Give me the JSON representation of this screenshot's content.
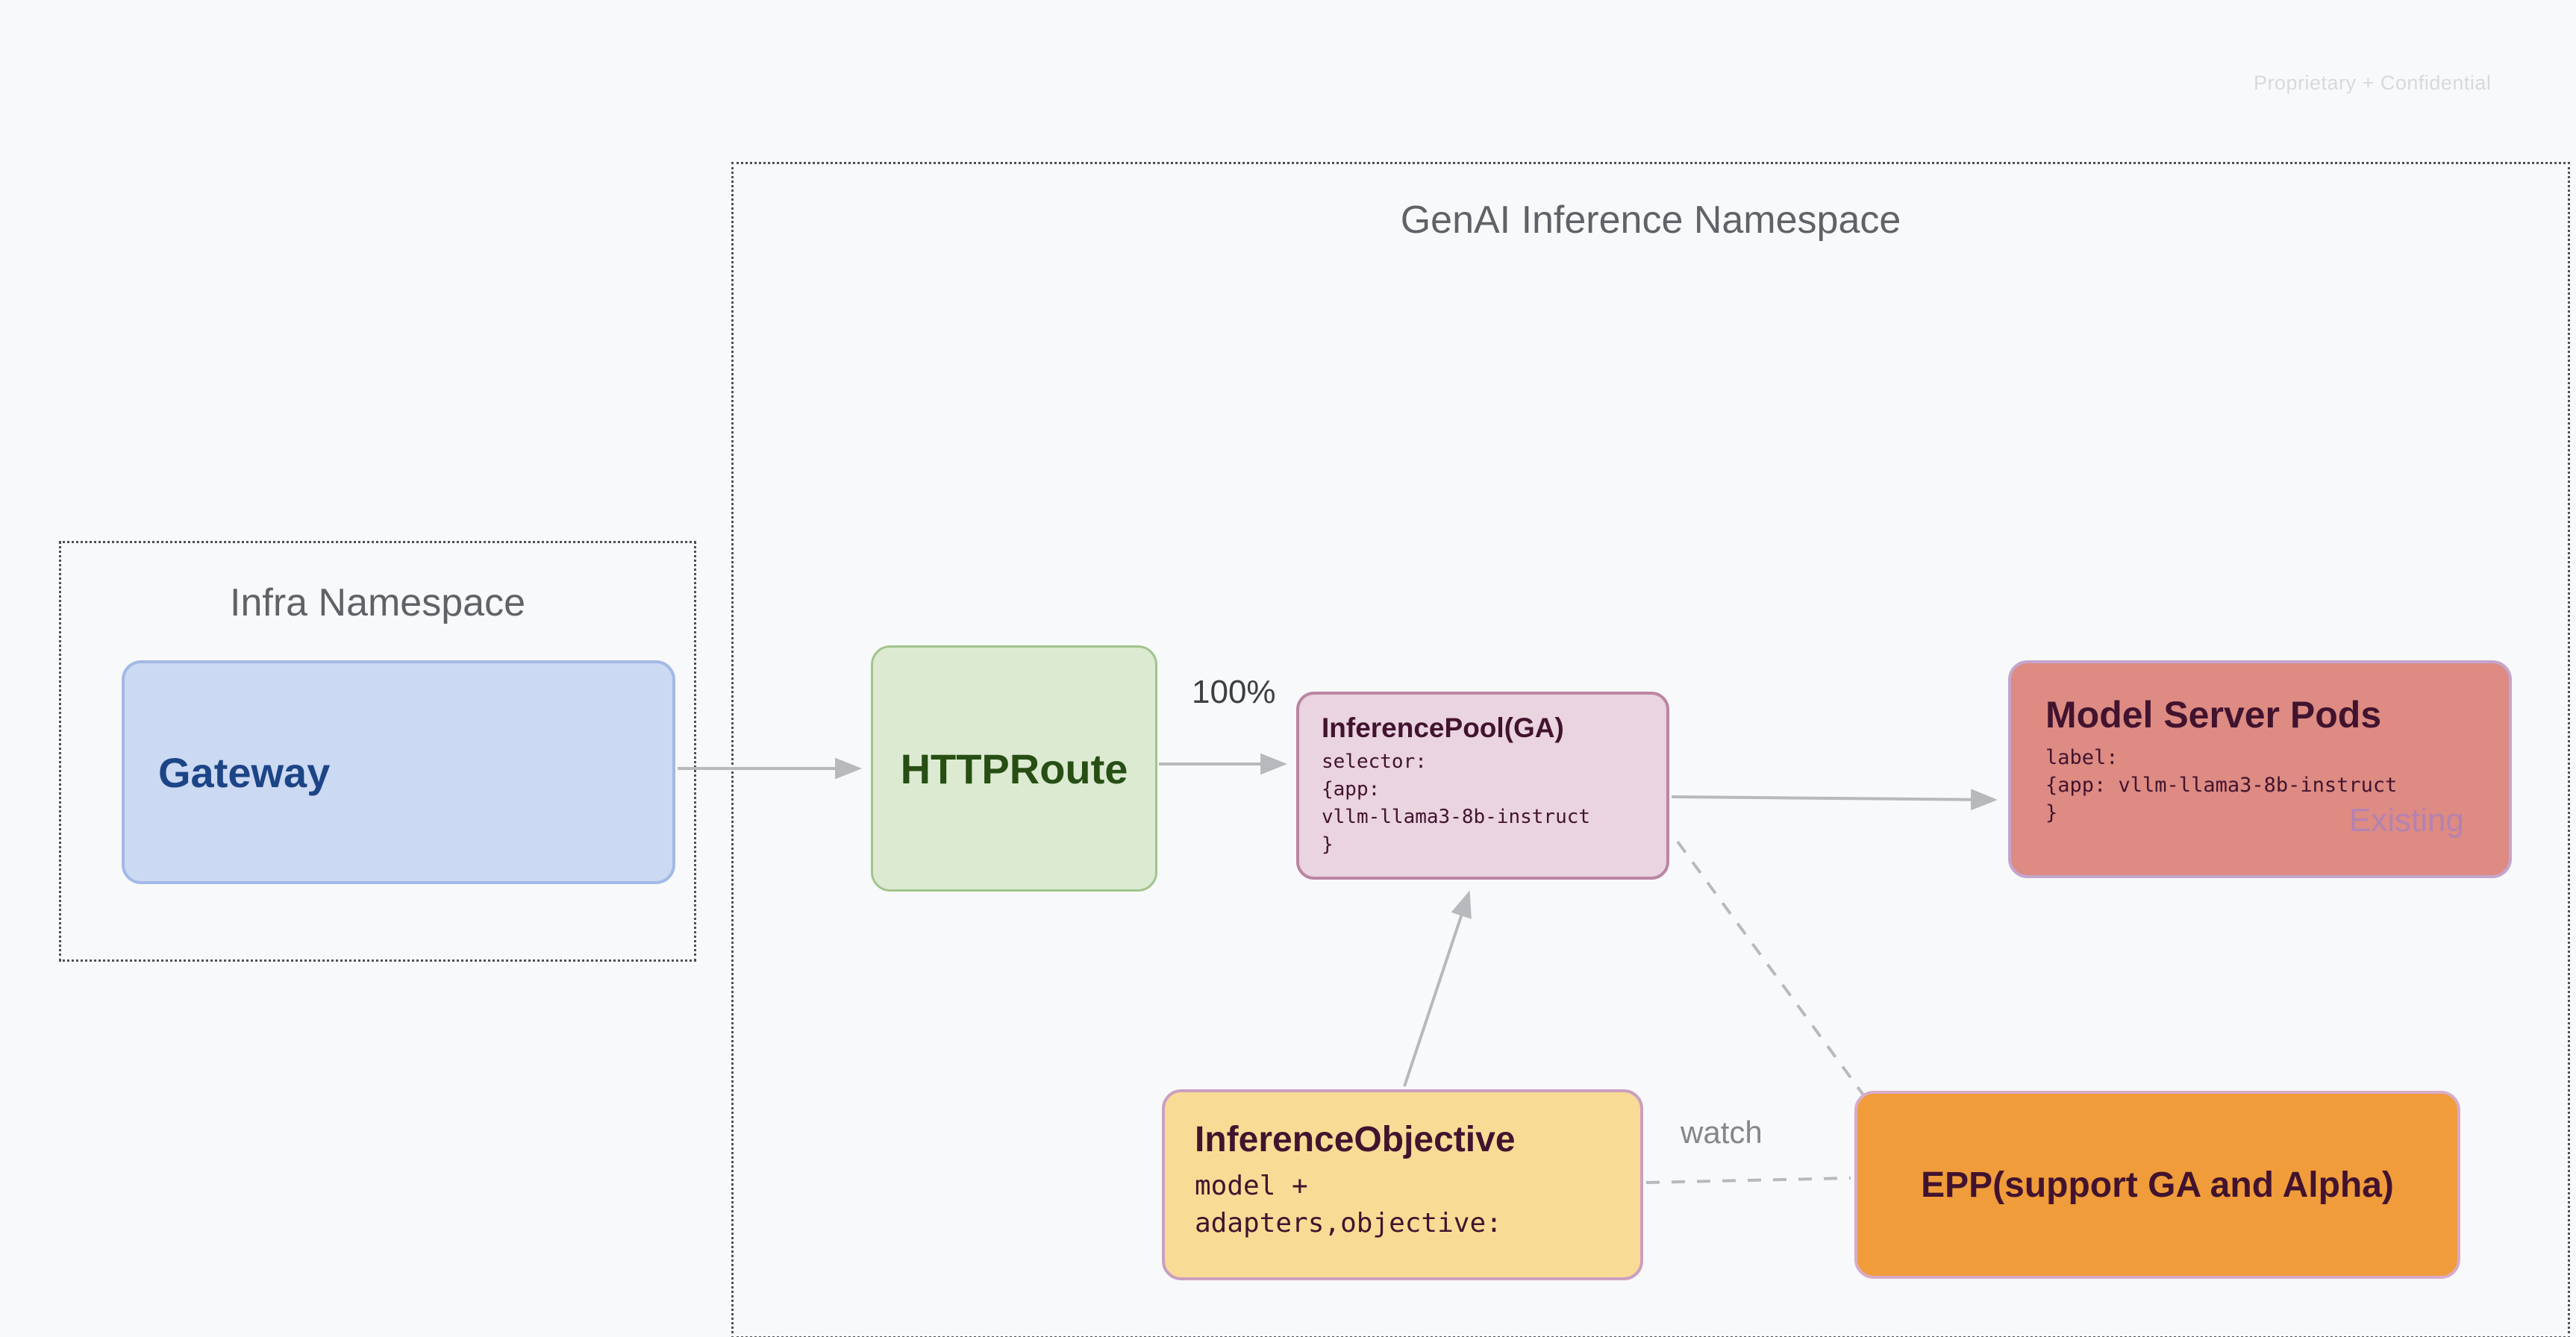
{
  "watermark": "Proprietary + Confidential",
  "namespaces": {
    "genai": {
      "title": "GenAI Inference Namespace"
    },
    "infra": {
      "title": "Infra Namespace"
    }
  },
  "nodes": {
    "gateway": {
      "label": "Gateway"
    },
    "httproute": {
      "label": "HTTPRoute"
    },
    "inference_pool": {
      "title": "InferencePool(GA)",
      "code": [
        "selector:",
        "{app:",
        "vllm-llama3-8b-instruct",
        "}"
      ]
    },
    "model_server_pods": {
      "title": "Model Server Pods",
      "code": [
        "label:",
        "{app: vllm-llama3-8b-instruct",
        "}"
      ],
      "badge": "Existing"
    },
    "inference_objective": {
      "title": "InferenceObjective",
      "code": [
        "model +",
        "adapters,objective:"
      ]
    },
    "epp": {
      "label": "EPP(support GA and Alpha)"
    }
  },
  "edges": {
    "route_weight_label": "100%",
    "watch_label": "watch"
  },
  "colors": {
    "background": "#f8f9fa",
    "namespace_border": "#4d5156",
    "namespace_title": "#5f6368",
    "arrow": "#b7b9bc",
    "gateway_fill": "#ccd9f2",
    "gateway_border": "#a3b9e6",
    "gateway_text": "#1c4587",
    "httproute_fill": "#dcead2",
    "httproute_border": "#a2c48b",
    "httproute_text": "#274e13",
    "inference_pool_fill": "#e9d4df",
    "inference_pool_border": "#bb85a3",
    "model_server_pods_fill": "#dd8b83",
    "model_server_pods_border": "#c3a5cc",
    "inference_objective_fill": "#f8dc96",
    "inference_objective_border": "#cb9fc0",
    "epp_fill": "#f09c3a",
    "epp_border": "#d8abca",
    "dark_text": "#42132e",
    "existing_badge_text": "#a87fbe",
    "watermark_text": "#d7dadd"
  }
}
